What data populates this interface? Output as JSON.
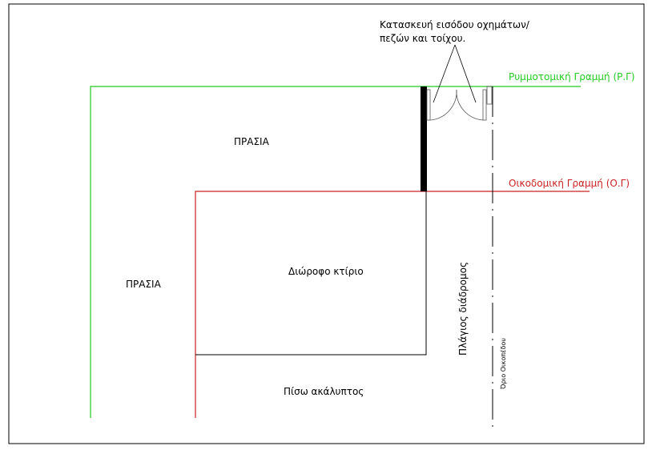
{
  "labels": {
    "entrance_note_line1": "Κατασκευή εισόδου οχημάτων/",
    "entrance_note_line2": "πεζών και τοίχου.",
    "street_line": "Ρυμμοτομική Γραμμή (Ρ.Γ)",
    "building_line": "Οικοδομική Γραμμή (Ο.Γ)",
    "garden_top": "ΠΡΑΣΙΑ",
    "garden_left": "ΠΡΑΣΙΑ",
    "building": "Διώροφο κτίριο",
    "side_corridor": "Πλάγιος διάδρομος",
    "plot_boundary": "Όριο Οικοπέδου",
    "rear_open_space": "Πίσω ακάλυπτος"
  },
  "colors": {
    "street_line": "#22cc22",
    "building_line": "#cc2222",
    "ink": "#000000",
    "thin": "#555555"
  }
}
